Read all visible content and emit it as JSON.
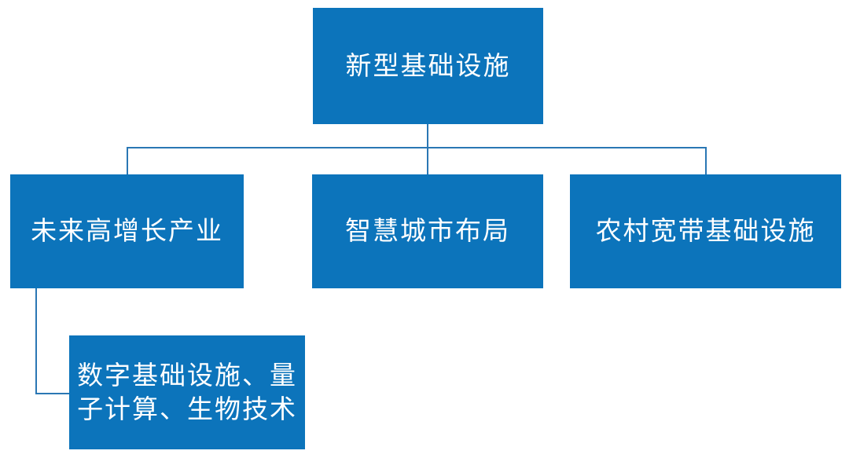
{
  "diagram": {
    "type": "hierarchy-tree",
    "title": "新型基础设施",
    "colors": {
      "node_fill": "#0c74bb",
      "node_text": "#ffffff",
      "connector": "#2a77b4",
      "background": "#ffffff"
    },
    "root": {
      "id": "root",
      "label": "新型基础设施"
    },
    "children": [
      {
        "id": "child-0",
        "label": "未来高增长产业",
        "children": [
          {
            "id": "grandchild-0",
            "label": "数字基础设施、量子计算、生物技术"
          }
        ]
      },
      {
        "id": "child-1",
        "label": "智慧城市布局",
        "children": []
      },
      {
        "id": "child-2",
        "label": "农村宽带基础设施",
        "children": []
      }
    ]
  }
}
